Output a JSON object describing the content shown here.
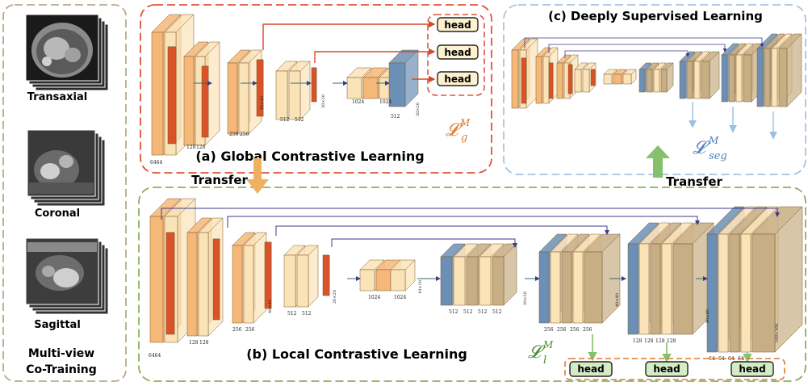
{
  "views": {
    "title_line1": "Multi-view",
    "title_line2": "Co-Training",
    "items": [
      {
        "label": "Transaxial"
      },
      {
        "label": "Coronal"
      },
      {
        "label": "Sagittal"
      }
    ]
  },
  "panels": {
    "global": {
      "title": "(a) Global Contrastive Learning",
      "loss": "𝓛",
      "loss_sub": "g",
      "loss_sup": "M"
    },
    "local": {
      "title": "(b) Local Contrastive Learning",
      "loss": "𝓛",
      "loss_sub": "l",
      "loss_sup": "M"
    },
    "deep": {
      "title": "(c) Deeply Supervised Learning",
      "loss": "𝓛",
      "loss_sub": "seg",
      "loss_sup": "M"
    }
  },
  "transfer_label": "Transfer",
  "head_label": "head",
  "colors": {
    "global": "#e0533a",
    "local": "#8bb05a",
    "deep": "#a8c4e0",
    "arrow": "#3b3a8a",
    "block_light": "#fbe3b8",
    "block_mid": "#f6b879",
    "block_red": "#db5228",
    "block_blue": "#6c8fb5",
    "block_tan": "#c8ae84"
  },
  "a_labels": [
    "64",
    "64",
    "128",
    "128",
    "256",
    "256",
    "40×40",
    "512",
    "512",
    "20×20",
    "1024",
    "1024",
    "512",
    "20×20"
  ],
  "b_labels": [
    "64",
    "64",
    "128",
    "128",
    "256",
    "256",
    "40×40",
    "512",
    "512",
    "20×20",
    "1024",
    "1024",
    "10×10",
    "512",
    "512",
    "512",
    "512",
    "20×20",
    "256",
    "256",
    "256",
    "256",
    "40×40",
    "128",
    "128",
    "128",
    "128",
    "80×80",
    "64",
    "64",
    "64",
    "64",
    "160×160"
  ]
}
